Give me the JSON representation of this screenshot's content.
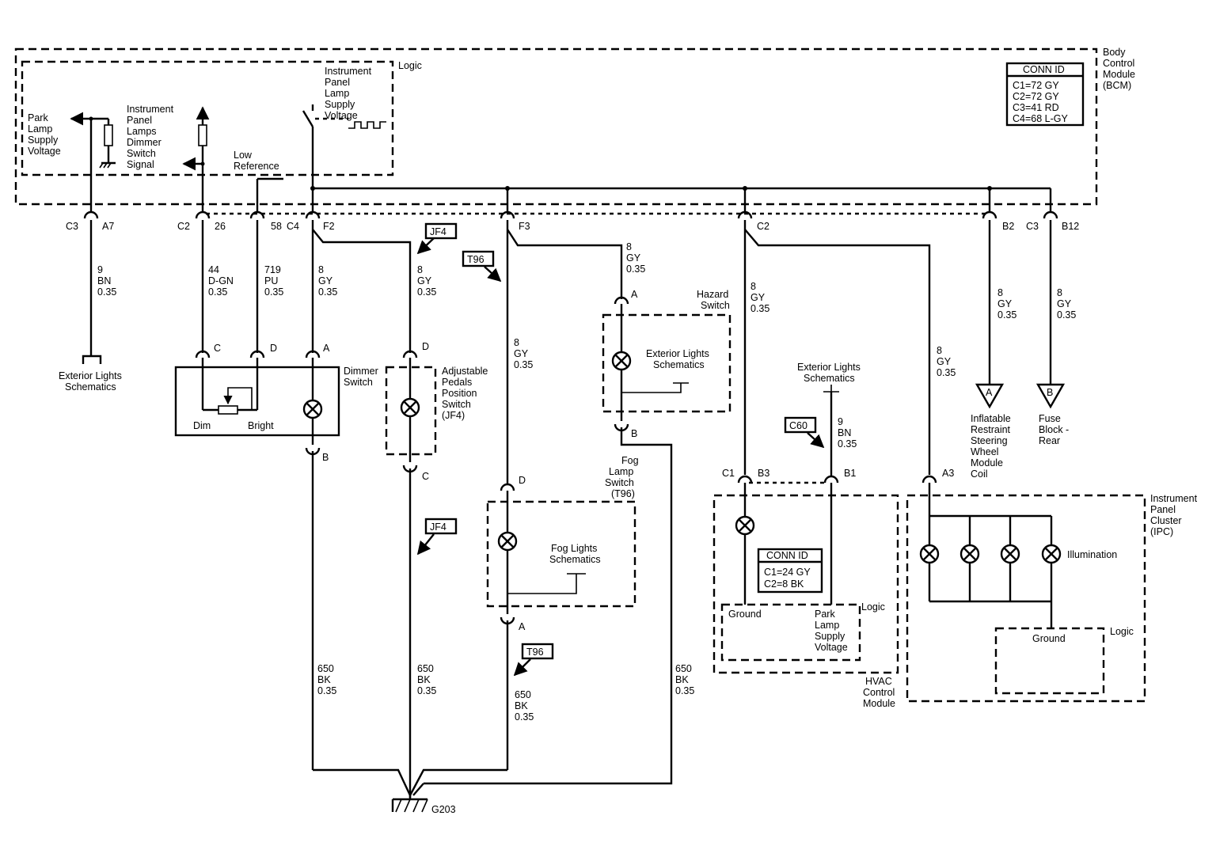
{
  "bcm": {
    "title_lines": [
      "Body",
      "Control",
      "Module",
      "(BCM)"
    ],
    "logic_label": "Logic",
    "conn_id": {
      "header": "CONN ID",
      "lines": [
        "C1=72 GY",
        "C2=72 GY",
        "C3=41 RD",
        "C4=68 L-GY"
      ]
    },
    "park_lamp_lines": [
      "Park",
      "Lamp",
      "Supply",
      "Voltage"
    ],
    "ip_dimmer_lines": [
      "Instrument",
      "Panel",
      "Lamps",
      "Dimmer",
      "Switch",
      "Signal"
    ],
    "low_ref_lines": [
      "Low",
      "Reference"
    ],
    "ip_supply_lines": [
      "Instrument",
      "Panel",
      "Lamp",
      "Supply",
      "Voltage"
    ]
  },
  "pins": {
    "c3": "C3",
    "a7": "A7",
    "c2": "C2",
    "p26": "26",
    "p58": "58",
    "c4": "C4",
    "f2": "F2",
    "f3": "F3",
    "c2b": "C2",
    "b2": "B2",
    "c3b": "C3",
    "b12": "B12"
  },
  "wires": {
    "w_a7": [
      "9",
      "BN",
      "0.35"
    ],
    "w_26": [
      "44",
      "D-GN",
      "0.35"
    ],
    "w_58": [
      "719",
      "PU",
      "0.35"
    ],
    "w_f2": [
      "8",
      "GY",
      "0.35"
    ],
    "w_jf4": [
      "8",
      "GY",
      "0.35"
    ],
    "w_t96": [
      "8",
      "GY",
      "0.35"
    ],
    "w_haz": [
      "8",
      "GY",
      "0.35"
    ],
    "w_hvac": [
      "8",
      "GY",
      "0.35"
    ],
    "w_ipc": [
      "8",
      "GY",
      "0.35"
    ],
    "w_b2": [
      "8",
      "GY",
      "0.35"
    ],
    "w_b12": [
      "8",
      "GY",
      "0.35"
    ],
    "w_c60": [
      "9",
      "BN",
      "0.35"
    ],
    "g_dim": [
      "650",
      "BK",
      "0.35"
    ],
    "g_jf4": [
      "650",
      "BK",
      "0.35"
    ],
    "g_fog": [
      "650",
      "BK",
      "0.35"
    ],
    "g_haz": [
      "650",
      "BK",
      "0.35"
    ]
  },
  "tags": {
    "jf4_top": "JF4",
    "t96_top": "T96",
    "jf4_bot": "JF4",
    "t96_bot": "T96",
    "c60": "C60"
  },
  "exterior_lights_left": [
    "Exterior Lights",
    "Schematics"
  ],
  "dimmer": {
    "title_lines": [
      "Dimmer",
      "Switch"
    ],
    "dim": "Dim",
    "bright": "Bright",
    "pin_c": "C",
    "pin_d": "D",
    "pin_a": "A",
    "pin_b": "B"
  },
  "pedals": {
    "title_lines": [
      "Adjustable",
      "Pedals",
      "Position",
      "Switch",
      "(JF4)"
    ],
    "pin_d": "D",
    "pin_c": "C"
  },
  "hazard": {
    "title_lines": [
      "Hazard",
      "Switch"
    ],
    "inner_lines": [
      "Exterior Lights",
      "Schematics"
    ],
    "pin_a": "A",
    "pin_b": "B"
  },
  "fog": {
    "title_lines": [
      "Fog",
      "Lamp",
      "Switch",
      "(T96)"
    ],
    "inner_lines": [
      "Fog Lights",
      "Schematics"
    ],
    "pin_d": "D",
    "pin_a": "A"
  },
  "hvac": {
    "title_lines": [
      "HVAC",
      "Control",
      "Module"
    ],
    "ext_lines": [
      "Exterior Lights",
      "Schematics"
    ],
    "conn_id": {
      "header": "CONN ID",
      "lines": [
        "C1=24 GY",
        "C2=8 BK"
      ]
    },
    "ground": "Ground",
    "park_lines": [
      "Park",
      "Lamp",
      "Supply",
      "Voltage"
    ],
    "logic": "Logic",
    "pin_c1": "C1",
    "pin_b3": "B3",
    "pin_b1": "B1"
  },
  "ipc": {
    "title_lines": [
      "Instrument",
      "Panel",
      "Cluster",
      "(IPC)"
    ],
    "illumination": "Illumination",
    "ground": "Ground",
    "logic": "Logic",
    "pin_a3": "A3"
  },
  "offpage": {
    "a": {
      "letter": "A",
      "lines": [
        "Inflatable",
        "Restraint",
        "Steering",
        "Wheel",
        "Module",
        "Coil"
      ]
    },
    "b": {
      "letter": "B",
      "lines": [
        "Fuse",
        "Block -",
        "Rear"
      ]
    }
  },
  "ground_label": "G203"
}
